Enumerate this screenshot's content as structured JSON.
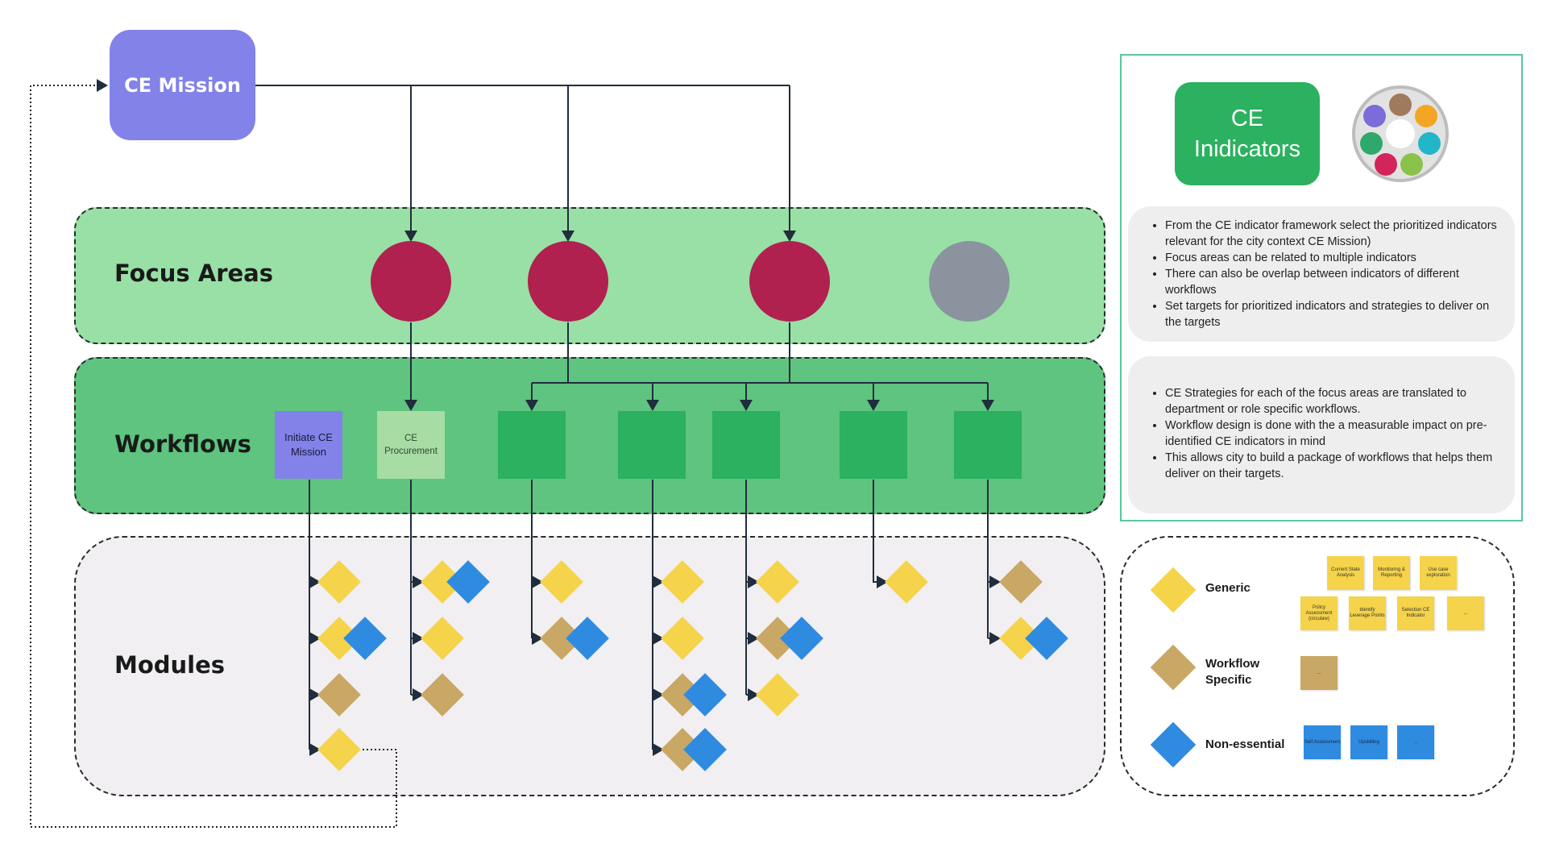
{
  "mission": {
    "label": "CE Mission"
  },
  "lanes": {
    "focus_areas": "Focus Areas",
    "workflows": "Workflows",
    "modules": "Modules"
  },
  "workflows": {
    "initiate": "Initiate CE Mission",
    "procurement": "CE Procurement"
  },
  "indicators": {
    "title_line1": "CE",
    "title_line2": "Inidicators",
    "bullets_1": [
      "From the CE indicator framework select the prioritized indicators relevant for the city context CE Mission)",
      "Focus areas can be related to multiple indicators",
      "There can also be overlap between indicators of different workflows",
      "Set targets for prioritized indicators and strategies to deliver on the targets"
    ],
    "bullets_2": [
      "CE Strategies for each of the focus areas are translated to department or role specific workflows.",
      "Workflow design is done with the a measurable impact on pre-identified CE indicators in mind",
      "This allows city to build a package of workflows that helps them deliver on their targets."
    ]
  },
  "legend": {
    "generic": "Generic",
    "workflow_specific": "Workflow Specific",
    "non_essential": "Non-essential",
    "generic_notes": [
      "Current State Analysis",
      "Monitoring & Reporting",
      "Use case exploration",
      "Policy Assessment (circulaw)",
      "Identify Leverage Points",
      "Selection CE Indicator",
      "..."
    ],
    "workflow_notes": [
      "..."
    ],
    "non_essential_notes": [
      "Self Assessment",
      "Upskilling",
      "..."
    ]
  },
  "colors": {
    "mission": "#8282e8",
    "focus_lane": "#98e0a6",
    "workflow_lane": "#5ec47f",
    "module_lane": "#f1eff2",
    "focus_active": "#b0214f",
    "focus_inactive": "#8b939e",
    "workflow_box": "#2bb15f",
    "generic": "#f5d34a",
    "workflow_specific": "#c9a765",
    "non_essential": "#2f8be0"
  }
}
